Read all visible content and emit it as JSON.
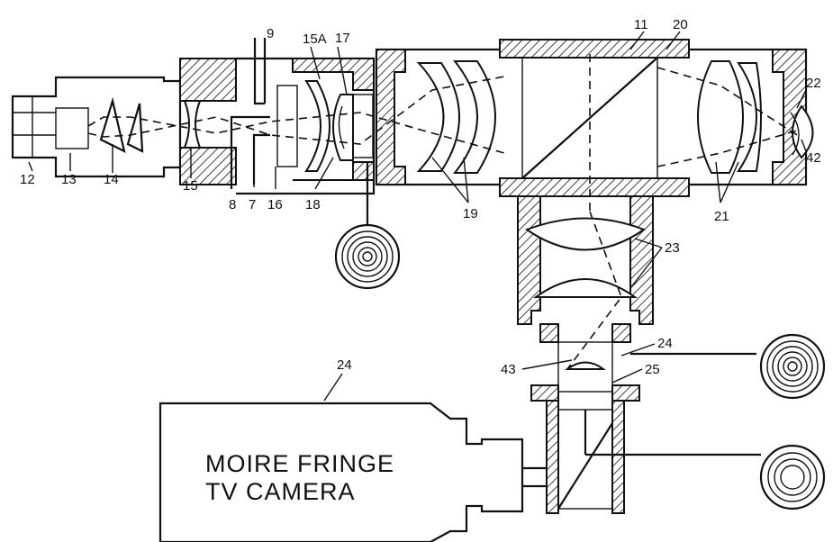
{
  "labels": {
    "l9": "9",
    "l15a": "15A",
    "l17": "17",
    "l11": "11",
    "l20": "20",
    "l22": "22",
    "l42": "42",
    "l12": "12",
    "l13": "13",
    "l14": "14",
    "l15": "15",
    "l8": "8",
    "l7": "7",
    "l16": "16",
    "l18": "18",
    "l19": "19",
    "l21": "21",
    "l23": "23",
    "l24a": "24",
    "l24b": "24",
    "l43": "43",
    "l25": "25"
  },
  "camera": {
    "line1": "MOIRE FRINGE",
    "line2": "TV CAMERA"
  }
}
